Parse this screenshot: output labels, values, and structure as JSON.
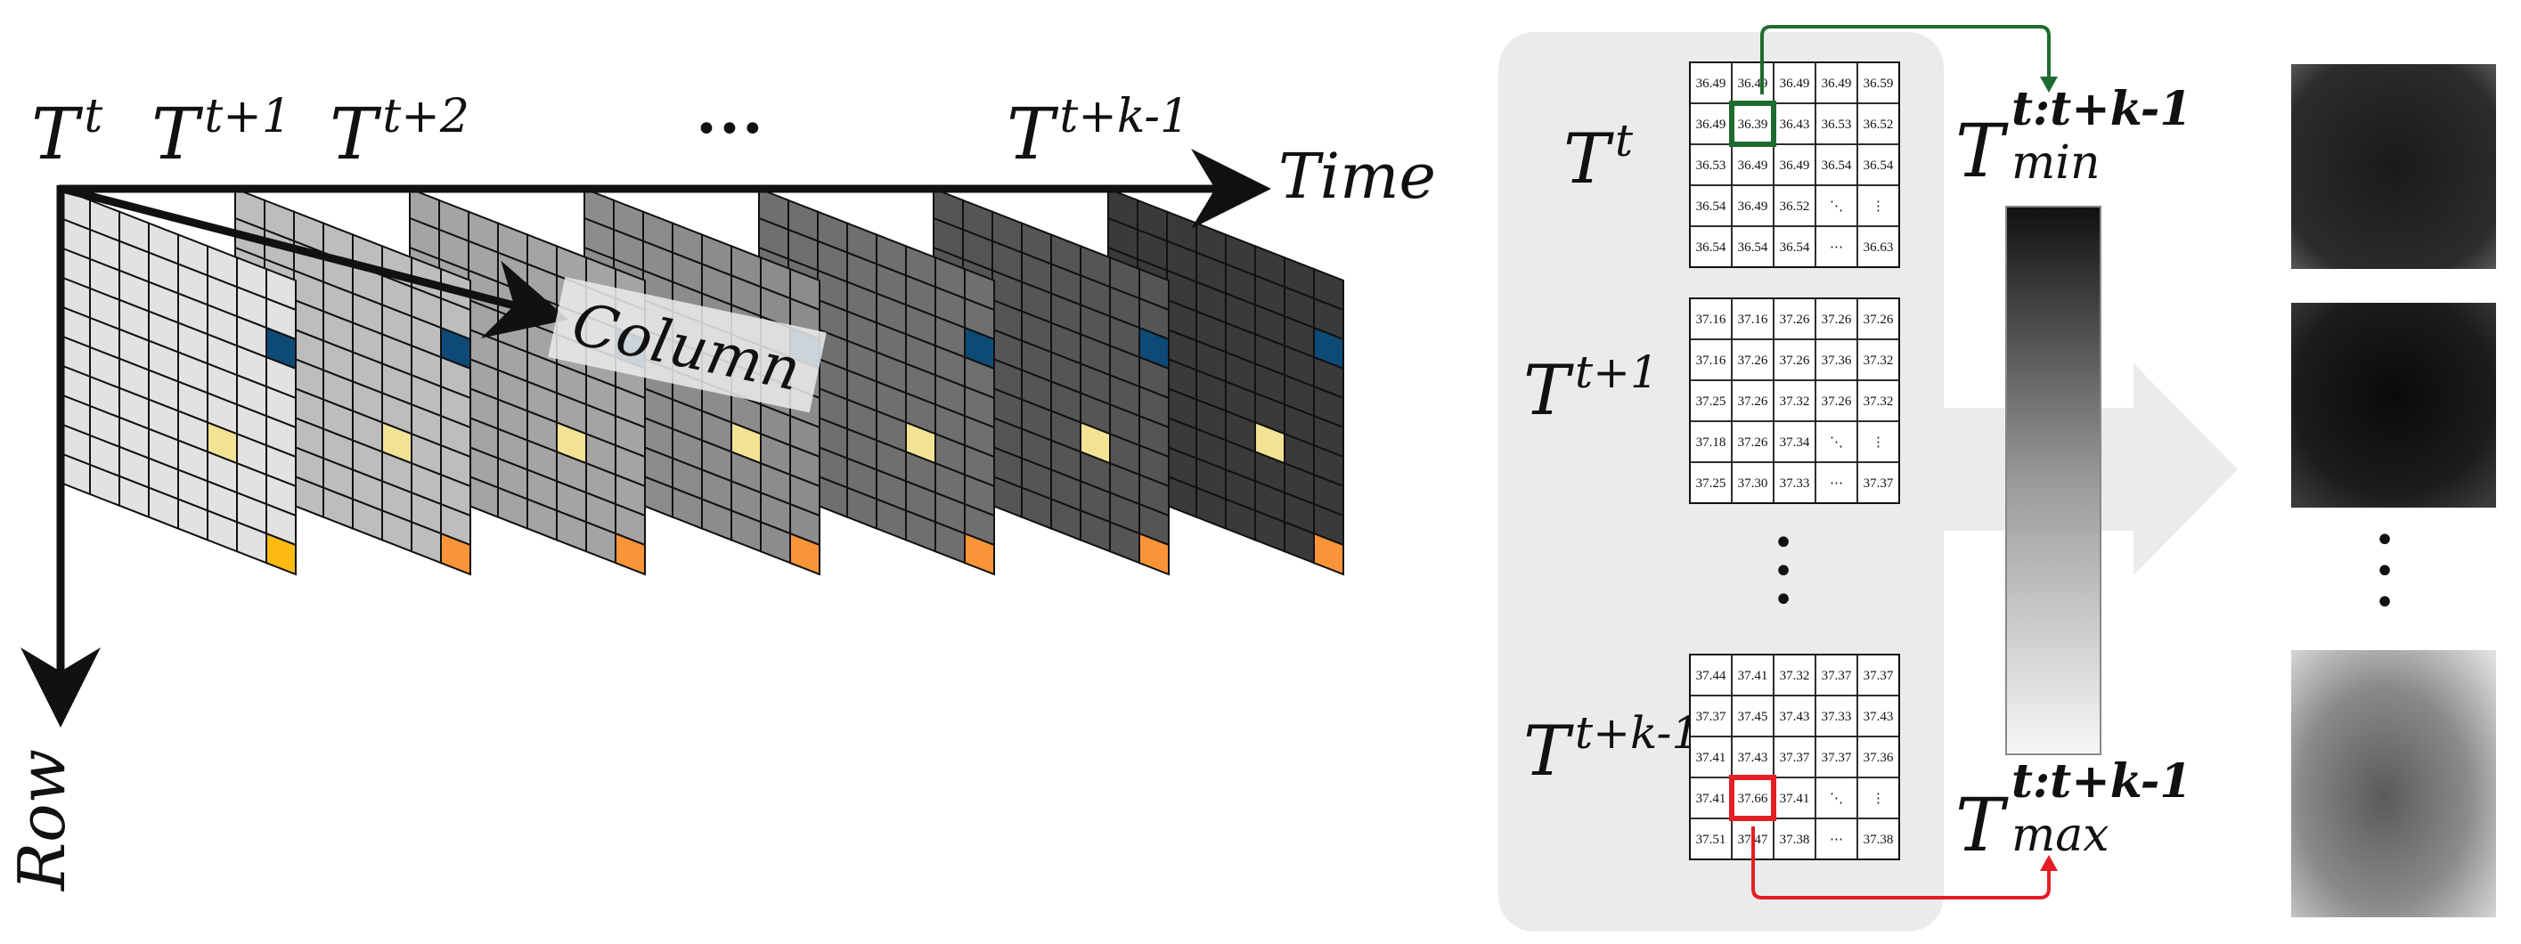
{
  "left": {
    "frame_labels": [
      {
        "base": "T",
        "sup": "t"
      },
      {
        "base": "T",
        "sup": "t+1"
      },
      {
        "base": "T",
        "sup": "t+2"
      },
      {
        "base": "",
        "sup": "",
        "text": "•••"
      },
      {
        "base": "T",
        "sup": "t+k-1"
      }
    ],
    "axis_time": "Time",
    "axis_row": "Row",
    "axis_column": "Column",
    "frame_grays": [
      "#e2e2e2",
      "#bdbdbd",
      "#a4a4a4",
      "#8c8c8c",
      "#6f6f6f",
      "#555555",
      "#3a3a3a"
    ],
    "colors": {
      "hot_cell": "#0d4a75",
      "mid_cell": "#f2e394",
      "corner_cell_first": "#fdbb12",
      "corner_cell": "#fa9438"
    }
  },
  "middle": {
    "matrices": [
      {
        "label": {
          "base": "T",
          "sup": "t"
        },
        "rows": [
          [
            "36.49",
            "36.49",
            "36.49",
            "36.49",
            "36.59"
          ],
          [
            "36.49",
            "36.39",
            "36.43",
            "36.53",
            "36.52"
          ],
          [
            "36.53",
            "36.49",
            "36.49",
            "36.54",
            "36.54"
          ],
          [
            "36.54",
            "36.49",
            "36.52",
            "⋱",
            "⋮"
          ],
          [
            "36.54",
            "36.54",
            "36.54",
            "⋯",
            "36.63"
          ]
        ],
        "highlight": {
          "row": 1,
          "col": 1,
          "color": "#1e6b2f"
        }
      },
      {
        "label": {
          "base": "T",
          "sup": "t+1"
        },
        "rows": [
          [
            "37.16",
            "37.16",
            "37.26",
            "37.26",
            "37.26"
          ],
          [
            "37.16",
            "37.26",
            "37.26",
            "37.36",
            "37.32"
          ],
          [
            "37.25",
            "37.26",
            "37.32",
            "37.26",
            "37.32"
          ],
          [
            "37.18",
            "37.26",
            "37.34",
            "⋱",
            "⋮"
          ],
          [
            "37.25",
            "37.30",
            "37.33",
            "⋯",
            "37.37"
          ]
        ]
      },
      {
        "label": {
          "base": "T",
          "sup": "t+k-1"
        },
        "rows": [
          [
            "37.44",
            "37.41",
            "37.32",
            "37.37",
            "37.37"
          ],
          [
            "37.37",
            "37.45",
            "37.43",
            "37.33",
            "37.43"
          ],
          [
            "37.41",
            "37.43",
            "37.37",
            "37.37",
            "37.36"
          ],
          [
            "37.41",
            "37.66",
            "37.41",
            "⋱",
            "⋮"
          ],
          [
            "37.51",
            "37.47",
            "37.38",
            "⋯",
            "37.38"
          ]
        ],
        "highlight": {
          "row": 3,
          "col": 1,
          "color": "#e31e24"
        }
      }
    ],
    "vertical_dots": "•",
    "tmin": {
      "base": "T",
      "sub": "min",
      "sup": "t:t+k-1"
    },
    "tmax": {
      "base": "T",
      "sub": "max",
      "sup": "t:t+k-1"
    },
    "arrow_colors": {
      "min": "#1e6b2f",
      "max": "#e31e24"
    }
  },
  "right": {
    "thumbnails": [
      {
        "kind": "dark"
      },
      {
        "kind": "darker"
      },
      {
        "kind": "light"
      }
    ],
    "vertical_dots": "•"
  }
}
